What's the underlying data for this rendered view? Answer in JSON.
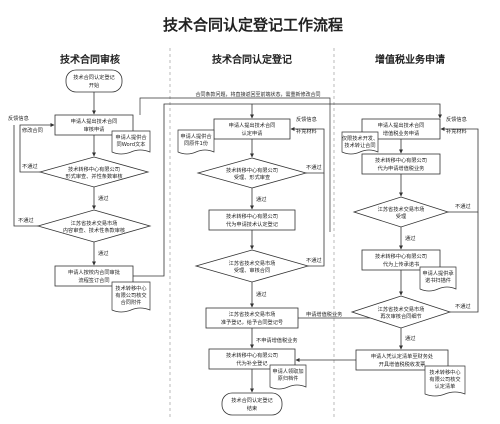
{
  "title": "技术合同认定登记工作流程",
  "columns": [
    {
      "label": "技术合同审核"
    },
    {
      "label": "技术合同认定登记"
    },
    {
      "label": "增值税业务申请"
    }
  ],
  "col1": {
    "start": [
      "技术合同认定登记",
      "开始"
    ],
    "apply": [
      "申请人提出技术合同",
      "审核申请"
    ],
    "doc_note": [
      "申请人提供合",
      "同Word文本"
    ],
    "review1": [
      "技术转移中心有限公司",
      "形式审查、并性条数审核"
    ],
    "review2": [
      "江苏省技术交易市场",
      "内容审查、技术性条款审核"
    ],
    "sign": [
      "申请人按校内合同审批",
      "流程签订合同"
    ],
    "archive_note": [
      "技术转移中心",
      "有限公司核交",
      "合同附件"
    ],
    "feedback": "反馈信息",
    "modify": "修改合同",
    "fail1": "不通过",
    "fail2": "不通过",
    "pass1": "通过",
    "pass2": "通过"
  },
  "col2": {
    "apply": [
      "申请人提出技术合同",
      "认定申请"
    ],
    "note": [
      "申请人提供合",
      "同原件1份"
    ],
    "review": [
      "技术转移中心有限公司",
      "受理、形式审查"
    ],
    "submit": [
      "技术转移中心有限公司",
      "代为申请技术认定登记"
    ],
    "market": [
      "江苏省技术交易市场",
      "受理、审核合同"
    ],
    "register": [
      "江苏省技术交易市场",
      "准予登记，给予合同登记号"
    ],
    "deliver": [
      "技术转移中心有限公司",
      "代为补全登记"
    ],
    "deliver_note": [
      "申请人领取加",
      "原归档件"
    ],
    "end": [
      "技术合同认定登记",
      "结束"
    ],
    "feedback": "反馈信息",
    "supplement": "补充材料",
    "fail1": "不通过",
    "fail2": "不通过",
    "pass1": "通过",
    "pass2": "通过",
    "no_tax": "不申请增值税业务",
    "tax": "申请增值税业务",
    "top_note": "合同条款问题，将直接返回至前端状态，需重新修改合同"
  },
  "col3": {
    "apply": [
      "申请人提出技术合同",
      "增值税业务申请"
    ],
    "note": [
      "仅限技术开发、",
      "技术转让合同"
    ],
    "accept": [
      "技术转移中心有限公司",
      "代为申请增值税业务"
    ],
    "market1": [
      "江苏省技术交易市场",
      "受理"
    ],
    "submit": [
      "技术转移中心有限公司",
      "代为上传承诺书"
    ],
    "submit_note": [
      "申请人提供承",
      "诺书扫描件"
    ],
    "market2": [
      "江苏省技术交易市场",
      "再次审核合同细节"
    ],
    "result": [
      "申请人凭认定清单至财务处",
      "开具增值税税收发票"
    ],
    "result_note": [
      "技术转移中心",
      "有限公司核交",
      "认定清单"
    ],
    "feedback": "反馈信息",
    "supplement": "补充材料",
    "fail1": "不通过",
    "fail2": "不通过",
    "pass1": "通过",
    "pass2": "通过"
  }
}
